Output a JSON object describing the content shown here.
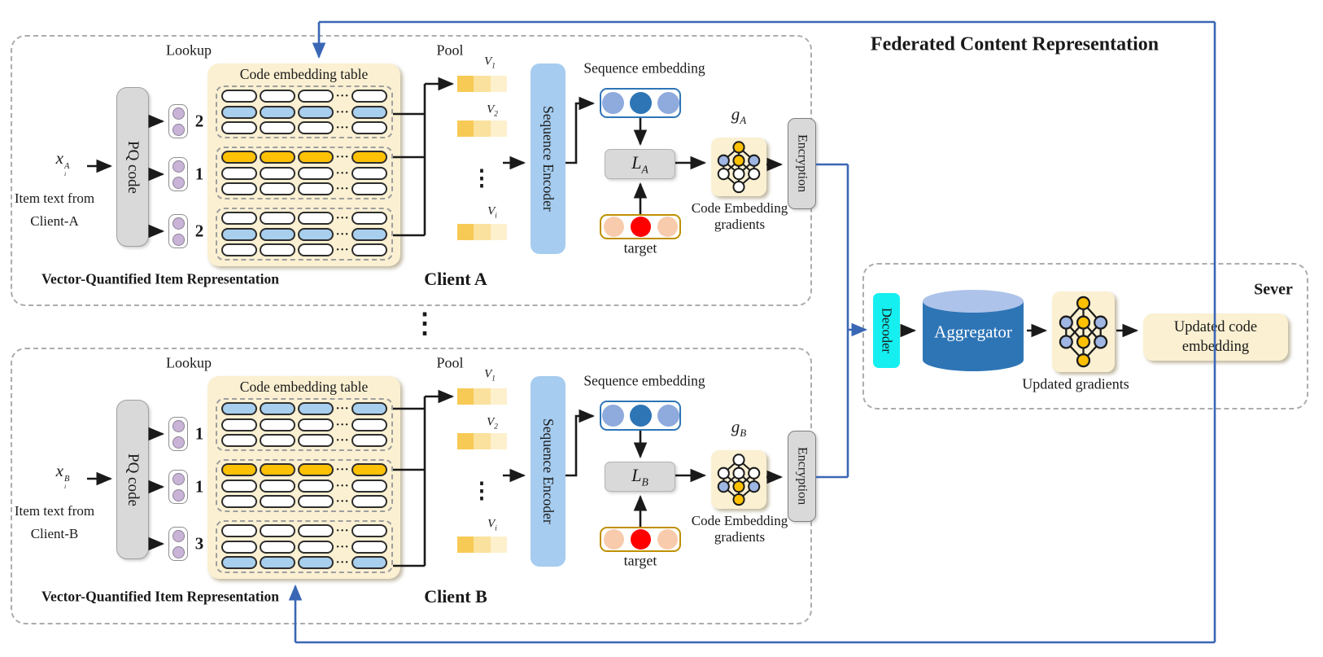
{
  "title": "Federated Content Representation",
  "between_dots": "⋮",
  "colors": {
    "line_blue": "#3A67B5",
    "node_orange": "#FFC000",
    "node_blue": "#9FB6E3",
    "blue_pill": "#A8CFEE",
    "orange_pill": "#FFC103",
    "cream": "#FBF0D2",
    "encoder_blue": "#A6CCEF",
    "decoder_cyan": "#15EFEF",
    "cylinder_blue": "#2E75B6",
    "cylinder_top": "#AEC3E9",
    "purple_dot": "#C9B4D8",
    "gray_box": "#D9D9D9",
    "panel_dash": "#ACACAC",
    "seq_circles": [
      "#8FAADC",
      "#2E75B6",
      "#8FAADC"
    ],
    "target_circles": [
      "#F8CBAD",
      "#FE0000",
      "#F8CBAD"
    ],
    "v_cells": [
      "#F7CA55",
      "#FAE19D",
      "#FDF0CC"
    ]
  },
  "clients": [
    {
      "client_label": "Client A",
      "region_label": "Vector-Quantified Item Representation",
      "lookup_label": "Lookup",
      "pool_label": "Pool",
      "input_var": {
        "base": "x",
        "sub": "i",
        "sup": "A"
      },
      "input_caption": [
        "Item text from",
        "Client-A"
      ],
      "pq_label": "PQ code",
      "codes": [
        "2",
        "1",
        "2"
      ],
      "table_title": "Code embedding table",
      "row_dots": "···",
      "groups": [
        [
          "white",
          "blue",
          "white"
        ],
        [
          "orange",
          "white",
          "white"
        ],
        [
          "white",
          "blue",
          "white"
        ]
      ],
      "vectors": [
        {
          "base": "V",
          "sub": "1"
        },
        {
          "base": "V",
          "sub": "2"
        },
        {
          "base": "V",
          "sub": "i"
        }
      ],
      "pool_dots": "⋮",
      "encoder_label": "Sequence Encoder",
      "seq_embedding_label": "Sequence embedding",
      "loss": {
        "base": "L",
        "sub": "A"
      },
      "target_label": "target",
      "grad": {
        "base": "g",
        "sub": "A"
      },
      "grad_caption": [
        "Code Embedding",
        "gradients"
      ],
      "encryption_label": "Encryption",
      "net": {
        "top": "orange",
        "mid1": [
          "blue",
          "orange",
          "blue"
        ],
        "mid2": [
          "white",
          "white",
          "white"
        ],
        "bottom": "white"
      }
    },
    {
      "client_label": "Client B",
      "region_label": "Vector-Quantified Item Representation",
      "lookup_label": "Lookup",
      "pool_label": "Pool",
      "input_var": {
        "base": "x",
        "sub": "i",
        "sup": "B"
      },
      "input_caption": [
        "Item text from",
        "Client-B"
      ],
      "pq_label": "PQ code",
      "codes": [
        "1",
        "1",
        "3"
      ],
      "table_title": "Code embedding table",
      "row_dots": "···",
      "groups": [
        [
          "blue",
          "white",
          "white"
        ],
        [
          "orange",
          "white",
          "white"
        ],
        [
          "white",
          "white",
          "blue"
        ]
      ],
      "vectors": [
        {
          "base": "V",
          "sub": "1"
        },
        {
          "base": "V",
          "sub": "2"
        },
        {
          "base": "V",
          "sub": "i"
        }
      ],
      "pool_dots": "⋮",
      "encoder_label": "Sequence Encoder",
      "seq_embedding_label": "Sequence embedding",
      "loss": {
        "base": "L",
        "sub": "B"
      },
      "target_label": "target",
      "grad": {
        "base": "g",
        "sub": "B"
      },
      "grad_caption": [
        "Code Embedding",
        "gradients"
      ],
      "encryption_label": "Encryption",
      "net": {
        "top": "white",
        "mid1": [
          "white",
          "white",
          "white"
        ],
        "mid2": [
          "blue",
          "orange",
          "blue"
        ],
        "bottom": "orange"
      }
    }
  ],
  "server": {
    "label": "Sever",
    "decoder_label": "Decoder",
    "aggregator_label": "Aggregator",
    "updated_gradients_label": "Updated gradients",
    "updated_code_lines": [
      "Updated code",
      "embedding"
    ],
    "net": {
      "top": "orange",
      "mid1": [
        "blue",
        "orange",
        "blue"
      ],
      "mid2": [
        "blue",
        "orange",
        "blue"
      ],
      "bottom": "orange"
    }
  }
}
